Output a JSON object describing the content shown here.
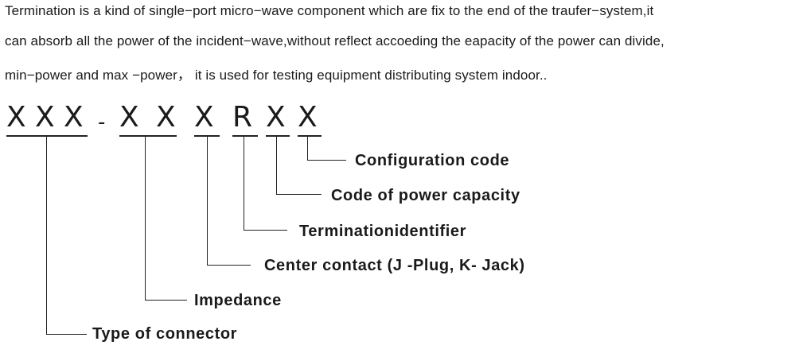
{
  "description": [
    "Termination is  a kind of single−port  micro−wave component which  are  fix  to the end of  the traufer−system,it",
    "can   absorb all the power of the incident−wave,without  reflect accoeding the eapacity of the power can divide,",
    "min−power and max −power，  it is used for testing equipment distributing system  indoor.."
  ],
  "code_chars": [
    "X",
    "X",
    "X",
    "-",
    "X",
    "X",
    "X",
    "R",
    "X",
    "X"
  ],
  "labels": {
    "configuration_code": "Configuration code",
    "power_capacity": "Code of power capacity",
    "termination_identifier": "Terminationidentifier",
    "center_contact": "Center contact  (J -Plug,  K- Jack)",
    "impedance": "Impedance",
    "connector_type": "Type of connector"
  }
}
